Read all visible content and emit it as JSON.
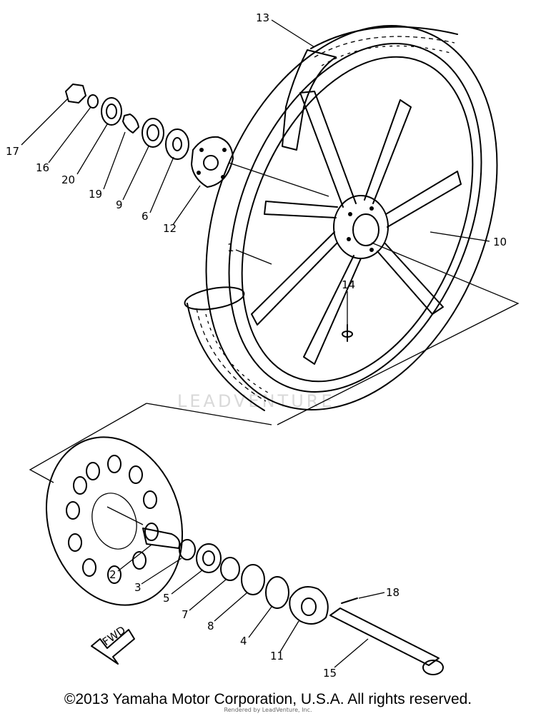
{
  "diagram": {
    "callouts": [
      {
        "id": "1",
        "label": "1"
      },
      {
        "id": "2",
        "label": "2"
      },
      {
        "id": "3",
        "label": "3"
      },
      {
        "id": "4",
        "label": "4"
      },
      {
        "id": "5",
        "label": "5"
      },
      {
        "id": "6",
        "label": "6"
      },
      {
        "id": "7",
        "label": "7"
      },
      {
        "id": "8",
        "label": "8"
      },
      {
        "id": "9",
        "label": "9"
      },
      {
        "id": "10",
        "label": "10"
      },
      {
        "id": "11",
        "label": "11"
      },
      {
        "id": "12",
        "label": "12"
      },
      {
        "id": "13",
        "label": "13"
      },
      {
        "id": "14",
        "label": "14"
      },
      {
        "id": "15",
        "label": "15"
      },
      {
        "id": "16",
        "label": "16"
      },
      {
        "id": "17",
        "label": "17"
      },
      {
        "id": "18",
        "label": "18"
      },
      {
        "id": "19",
        "label": "19"
      },
      {
        "id": "20",
        "label": "20"
      }
    ],
    "fwd_label": "FWD",
    "watermark": "LEADVENTURE"
  },
  "footer": {
    "copyright": "©2013 Yamaha Motor Corporation, U.S.A. All rights reserved.",
    "rendered_by": "Rendered by LeadVenture, Inc."
  }
}
